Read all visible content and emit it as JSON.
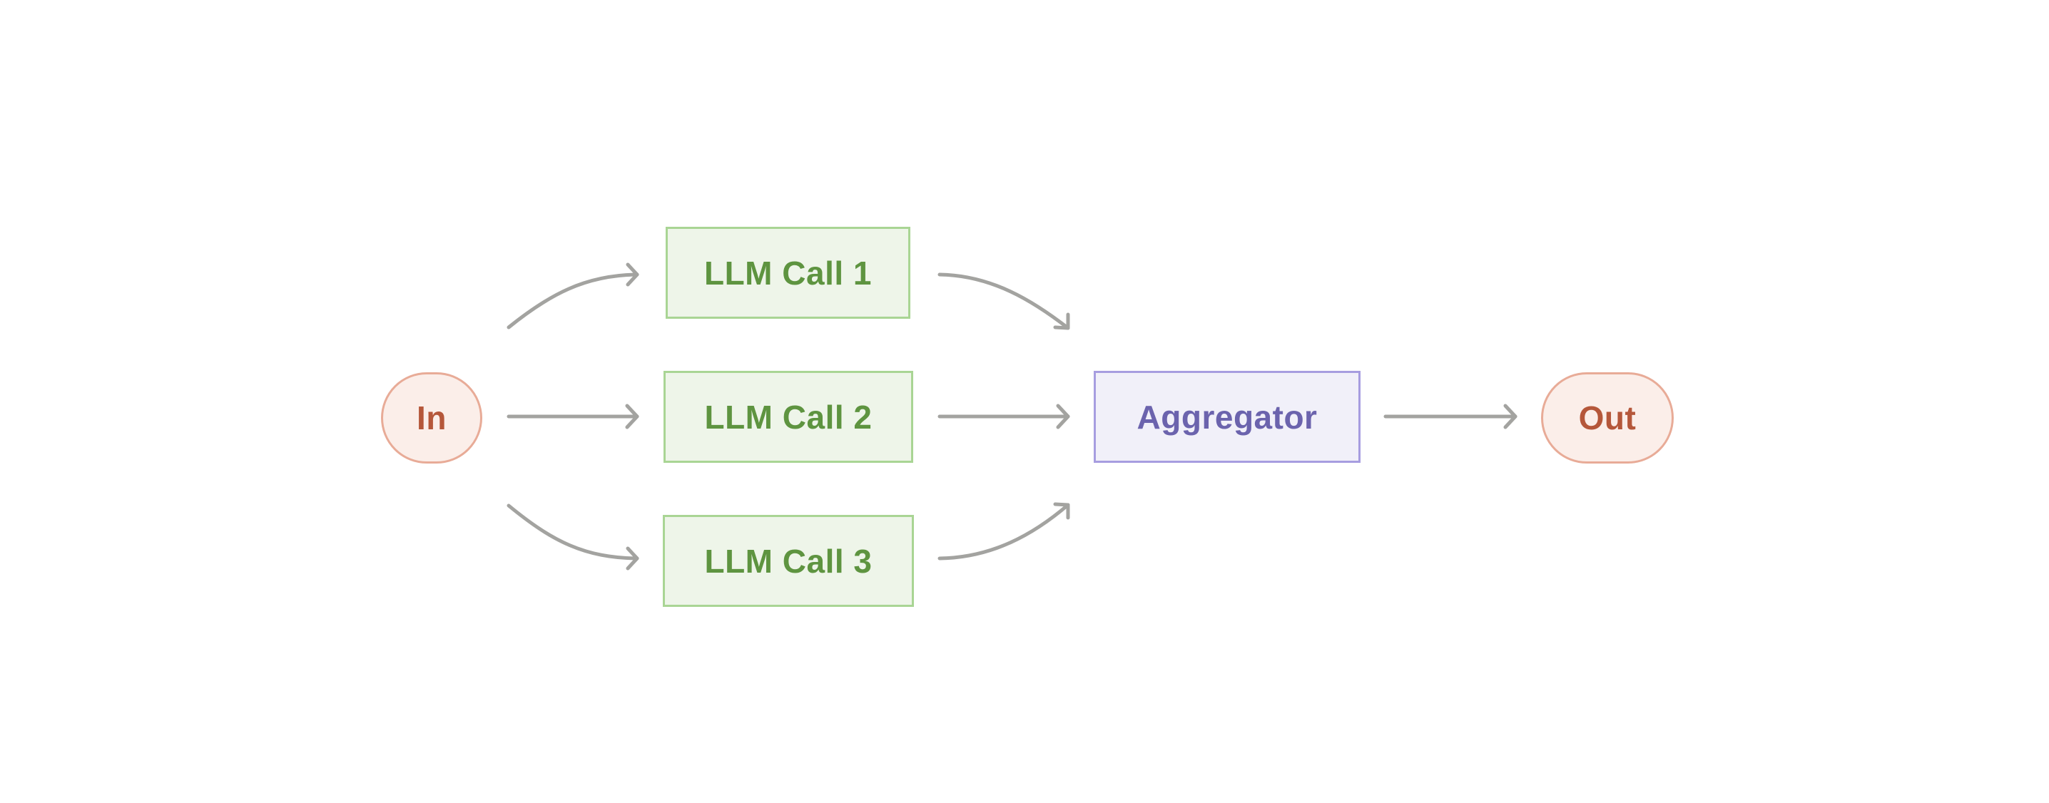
{
  "diagram": {
    "nodes": {
      "input": {
        "label": "In"
      },
      "llm_call_1": {
        "label": "LLM Call 1"
      },
      "llm_call_2": {
        "label": "LLM Call 2"
      },
      "llm_call_3": {
        "label": "LLM Call 3"
      },
      "aggregator": {
        "label": "Aggregator"
      },
      "output": {
        "label": "Out"
      }
    },
    "edges": [
      {
        "from": "In",
        "to": "LLM Call 1"
      },
      {
        "from": "In",
        "to": "LLM Call 2"
      },
      {
        "from": "In",
        "to": "LLM Call 3"
      },
      {
        "from": "LLM Call 1",
        "to": "Aggregator"
      },
      {
        "from": "LLM Call 2",
        "to": "Aggregator"
      },
      {
        "from": "LLM Call 3",
        "to": "Aggregator"
      },
      {
        "from": "Aggregator",
        "to": "Out"
      }
    ]
  },
  "colors": {
    "io_fill": "#fbeee9",
    "io_border": "#e8ab97",
    "io_text": "#b5573a",
    "llm_fill": "#eef5e9",
    "llm_border": "#a9d594",
    "llm_text": "#5e9440",
    "agg_fill": "#f1f0f9",
    "agg_border": "#a79de0",
    "agg_text": "#6b63ad",
    "edge": "#a3a3a0"
  }
}
